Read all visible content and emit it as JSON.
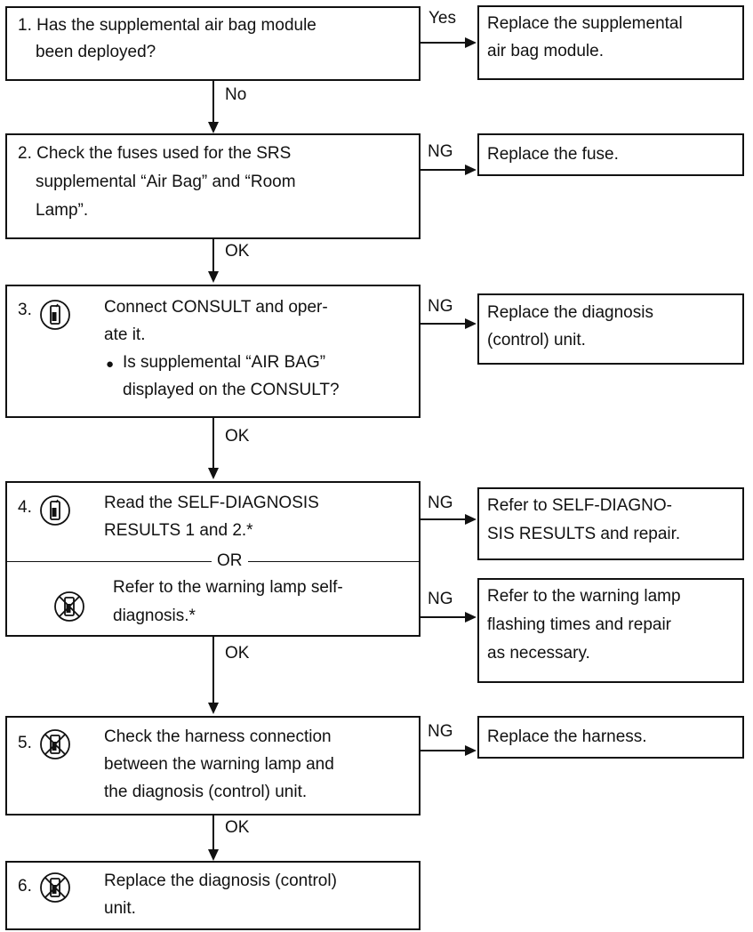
{
  "steps": {
    "s1": {
      "lines": [
        "1. Has the supplemental air bag module",
        "been deployed?"
      ]
    },
    "s2": {
      "lines": [
        "2. Check the fuses used for the SRS",
        "supplemental “Air Bag” and “Room",
        "Lamp”."
      ]
    },
    "s3": {
      "num": "3.",
      "lines": [
        "Connect CONSULT and oper-",
        "ate it."
      ],
      "bullet": "●",
      "bullet_lines": [
        "Is supplemental “AIR BAG”",
        "displayed on the CONSULT?"
      ]
    },
    "s4": {
      "num": "4.",
      "lines_a": [
        "Read the SELF-DIAGNOSIS",
        "RESULTS 1 and 2.*"
      ],
      "or": "OR",
      "lines_b": [
        "Refer to the warning lamp self-",
        "diagnosis.*"
      ]
    },
    "s5": {
      "num": "5.",
      "lines": [
        "Check the harness connection",
        "between the warning lamp and",
        "the diagnosis (control) unit."
      ]
    },
    "s6": {
      "num": "6.",
      "lines": [
        "Replace the diagnosis (control)",
        "unit."
      ]
    }
  },
  "results": {
    "r1": {
      "lines": [
        "Replace the supplemental",
        "air bag module."
      ]
    },
    "r2": {
      "lines": [
        "Replace the fuse."
      ]
    },
    "r3": {
      "lines": [
        "Replace the diagnosis",
        "(control) unit."
      ]
    },
    "r4a": {
      "lines": [
        "Refer to SELF-DIAGNO-",
        "SIS RESULTS and repair."
      ]
    },
    "r4b": {
      "lines": [
        "Refer to the warning lamp",
        "flashing times and repair",
        "as necessary."
      ]
    },
    "r5": {
      "lines": [
        "Replace the harness."
      ]
    }
  },
  "labels": {
    "yes": "Yes",
    "no": "No",
    "ng": "NG",
    "ok": "OK"
  },
  "icons": {
    "consult": "consult-tool-icon",
    "no_consult": "no-consult-tool-icon"
  }
}
